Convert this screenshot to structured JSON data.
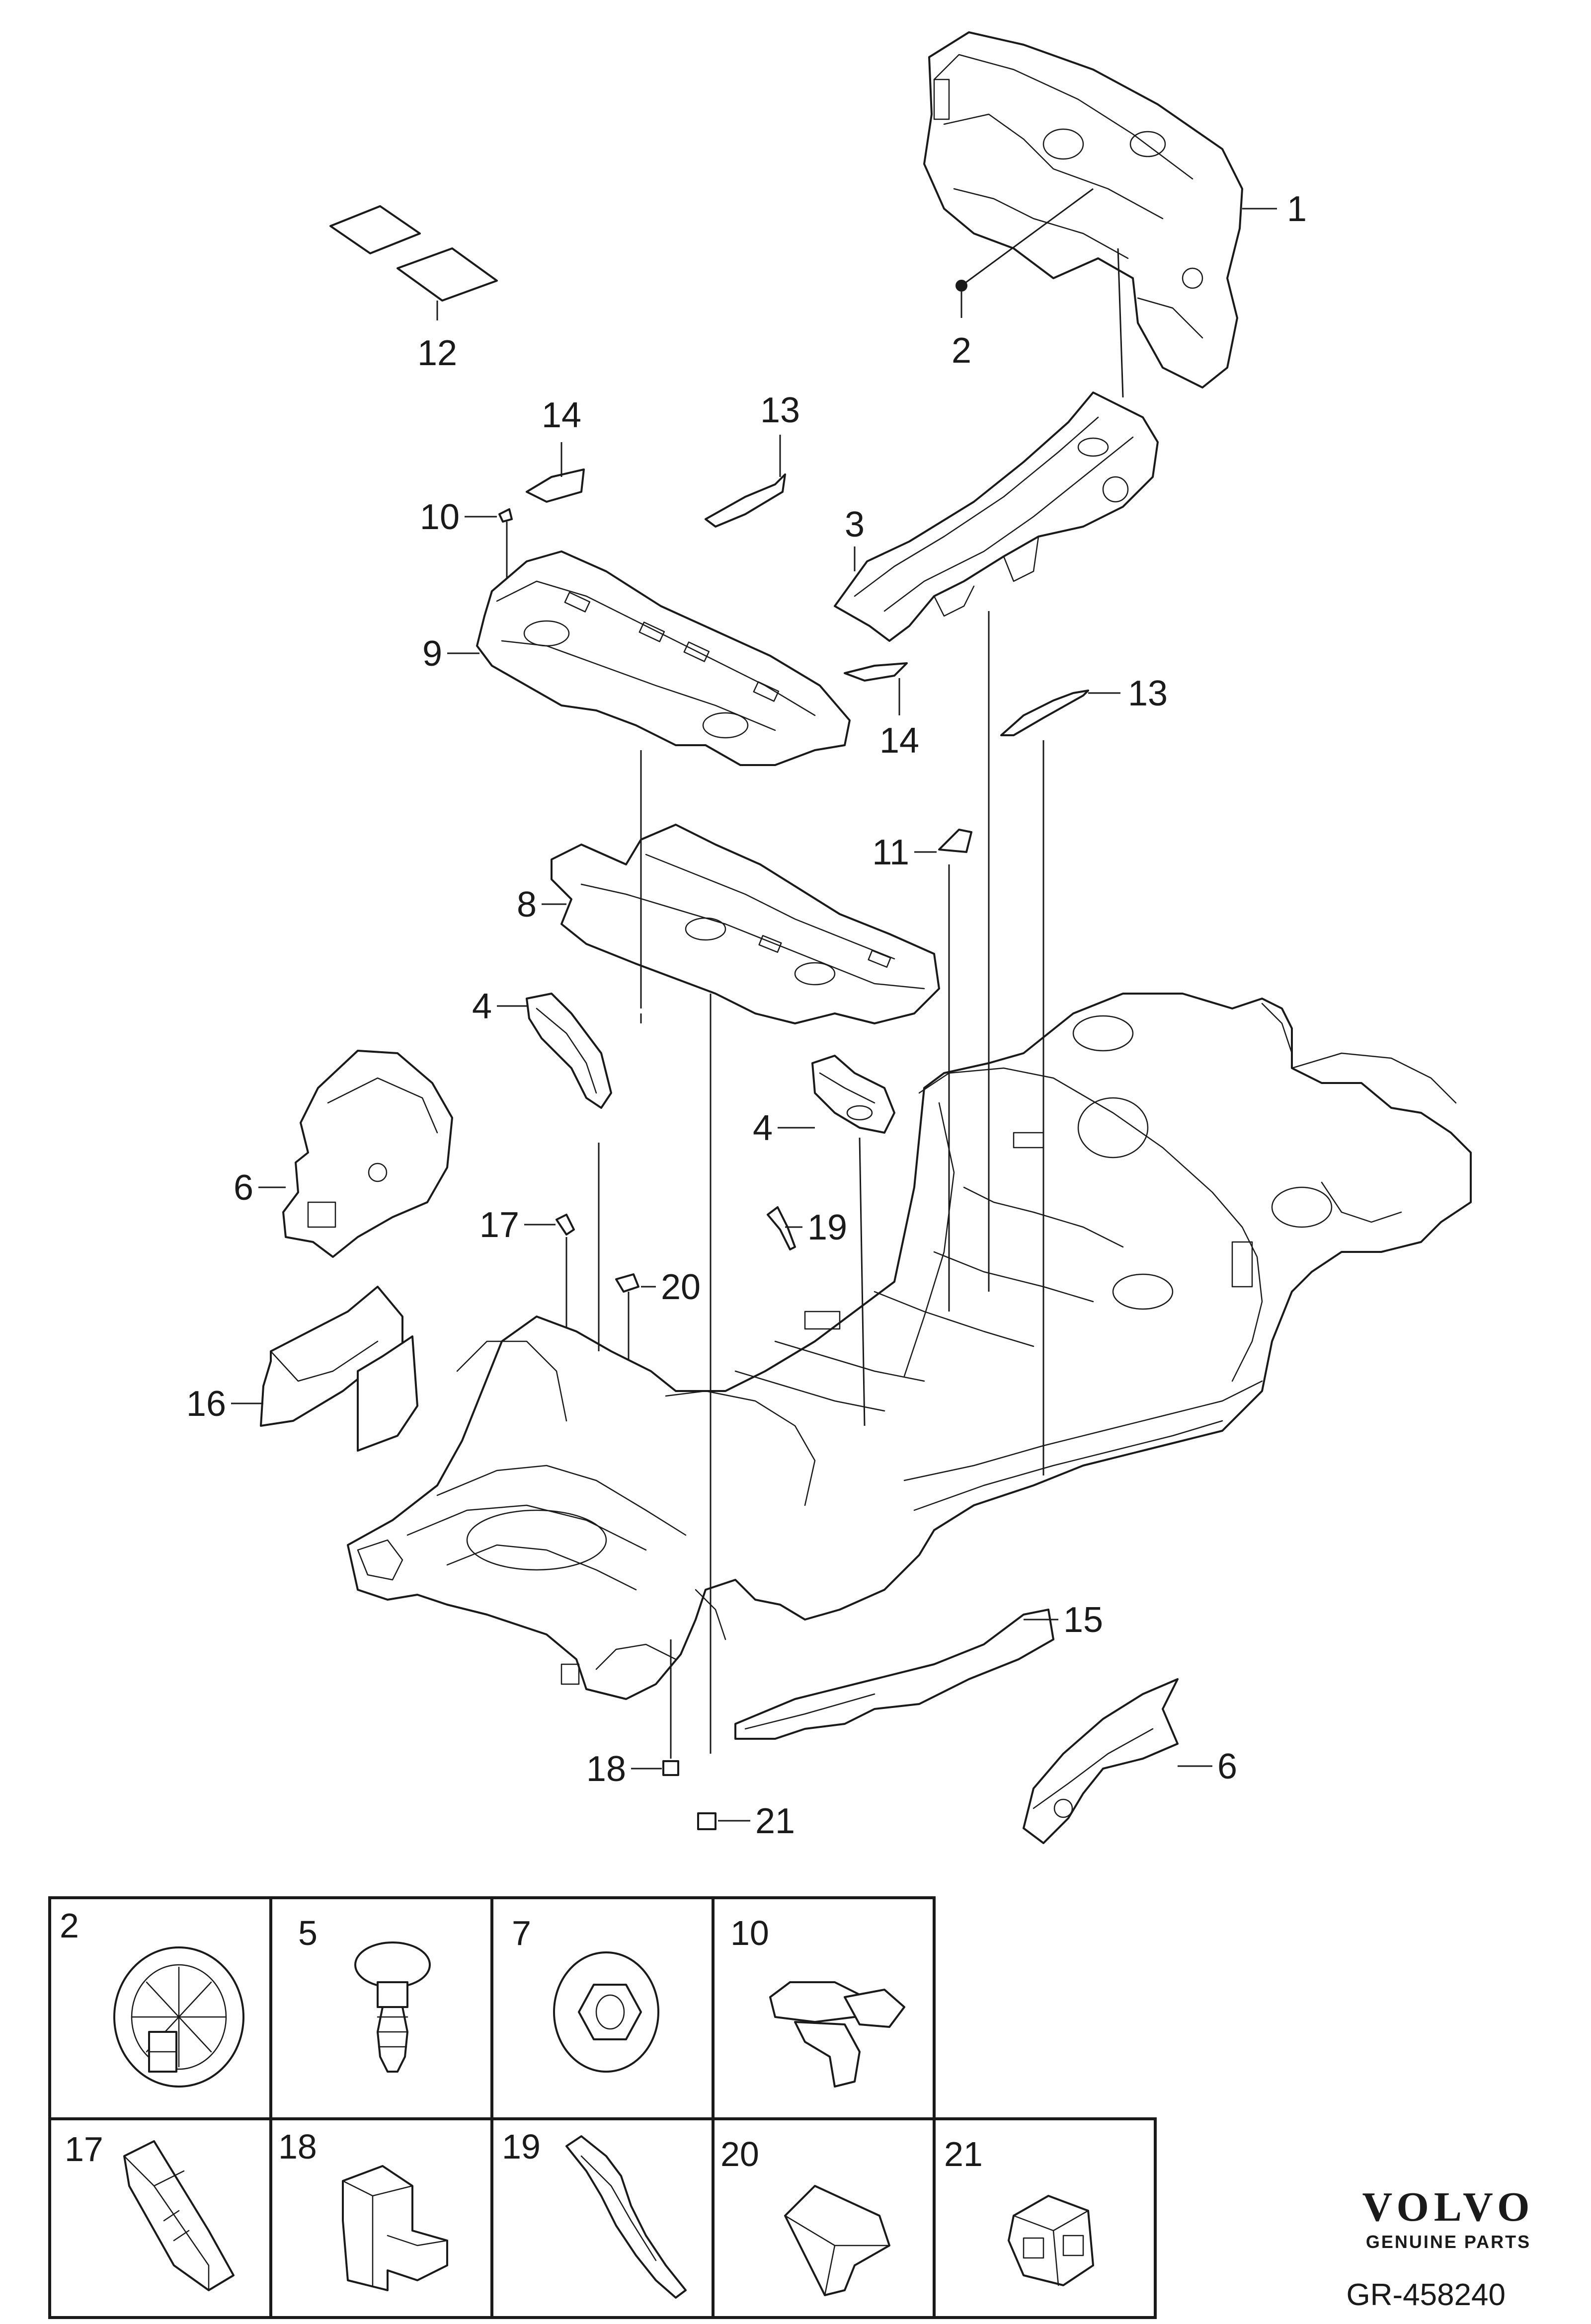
{
  "diagram": {
    "callouts": {
      "c1": "1",
      "c2": "2",
      "c3": "3",
      "c4a": "4",
      "c4b": "4",
      "c6a": "6",
      "c6b": "6",
      "c8": "8",
      "c9": "9",
      "c10": "10",
      "c11": "11",
      "c12": "12",
      "c13a": "13",
      "c13b": "13",
      "c14a": "14",
      "c14b": "14",
      "c15": "15",
      "c16": "16",
      "c17": "17",
      "c18": "18",
      "c19": "19",
      "c20": "20",
      "c21": "21"
    },
    "legend_cells": [
      "2",
      "5",
      "7",
      "10",
      "17",
      "18",
      "19",
      "20",
      "21"
    ],
    "brand": {
      "name": "VOLVO",
      "tagline": "GENUINE PARTS"
    },
    "reference": "GR-458240"
  }
}
